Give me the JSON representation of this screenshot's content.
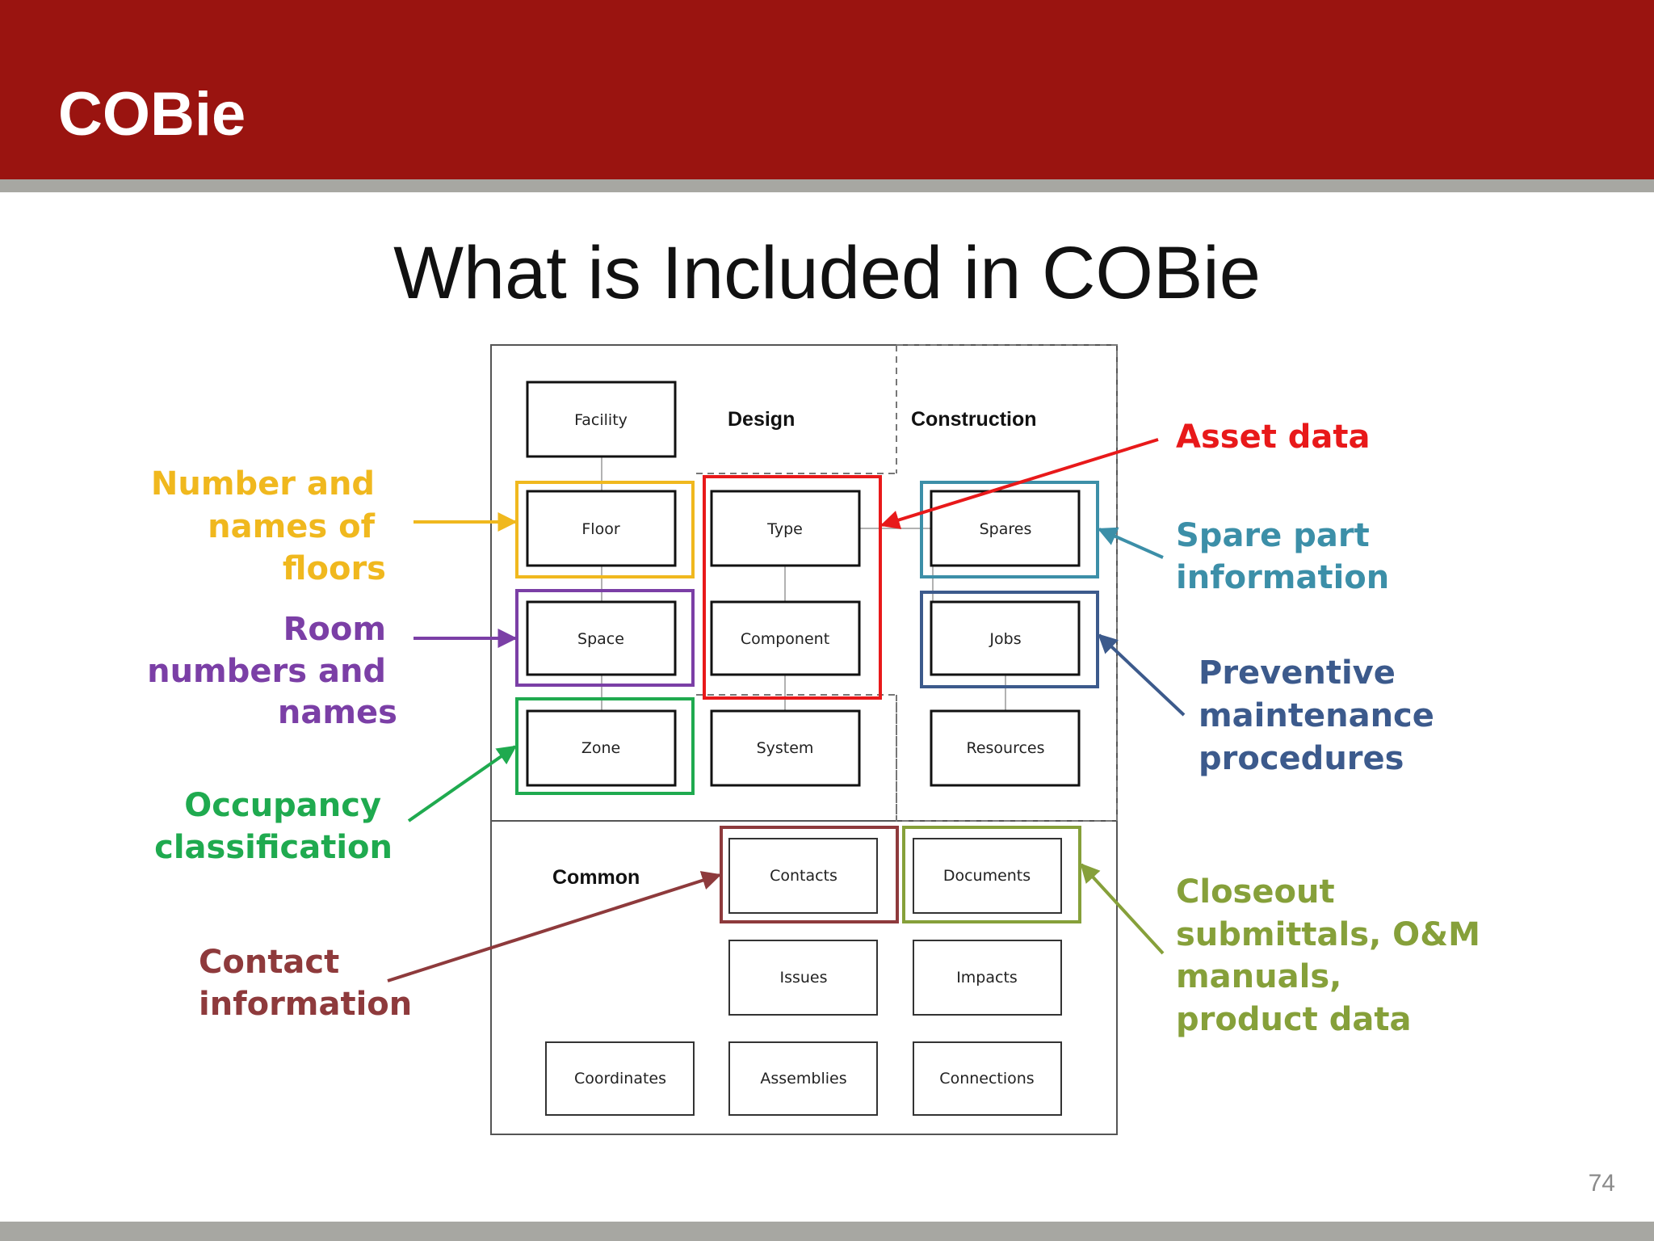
{
  "slide": {
    "title": "COBie",
    "page_number": "74"
  },
  "diagram": {
    "title": "What is Included in COBie",
    "sections": {
      "design": "Design",
      "construction": "Construction",
      "common": "Common"
    },
    "boxes": {
      "facility": "Facility",
      "floor": "Floor",
      "space": "Space",
      "zone": "Zone",
      "type": "Type",
      "component": "Component",
      "system": "System",
      "spares": "Spares",
      "jobs": "Jobs",
      "resources": "Resources",
      "contacts": "Contacts",
      "documents": "Documents",
      "issues": "Issues",
      "impacts": "Impacts",
      "coordinates": "Coordinates",
      "assemblies": "Assemblies",
      "connections": "Connections"
    },
    "callouts": {
      "floors": {
        "lines": [
          "Number and",
          "names of",
          "floors"
        ],
        "color": "#f0b81e"
      },
      "rooms": {
        "lines": [
          "Room",
          "numbers and",
          "names"
        ],
        "color": "#7b3fa6"
      },
      "occupancy": {
        "lines": [
          "Occupancy",
          "classification"
        ],
        "color": "#1faa4f"
      },
      "contact": {
        "lines": [
          "Contact",
          "information"
        ],
        "color": "#8e3a3c"
      },
      "asset": {
        "lines": [
          "Asset data"
        ],
        "color": "#e8191a"
      },
      "spares": {
        "lines": [
          "Spare part",
          "information"
        ],
        "color": "#3c8fa8"
      },
      "preventive": {
        "lines": [
          "Preventive",
          "maintenance",
          "procedures"
        ],
        "color": "#3c5a8c"
      },
      "closeout": {
        "lines": [
          "Closeout",
          "submittals, O&M",
          "manuals,",
          "product data"
        ],
        "color": "#86a03a"
      }
    }
  }
}
